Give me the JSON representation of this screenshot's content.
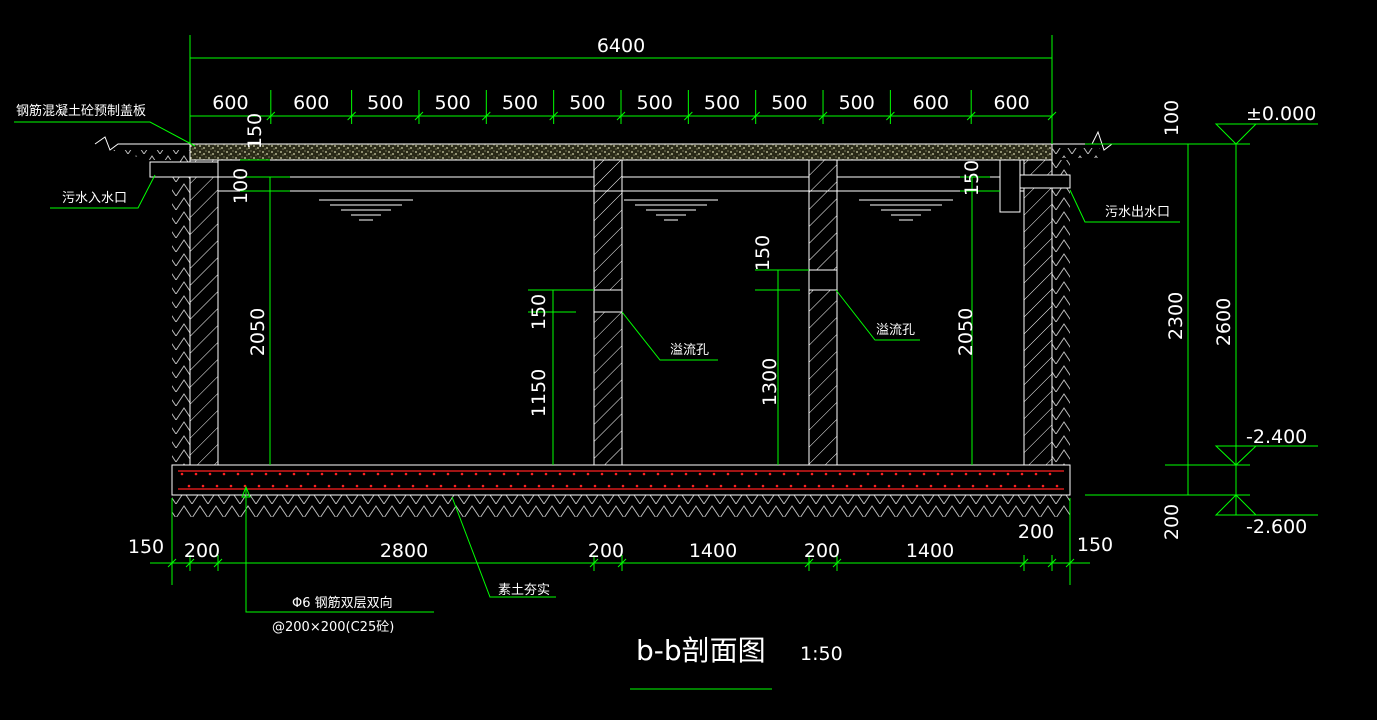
{
  "colors": {
    "background": "#000000",
    "dimension": "#00ff00",
    "outline": "#ffffff",
    "rebar": "#ff2020",
    "slab_fill": "#c8c8a0"
  },
  "dims": {
    "overall": "6400",
    "top_segments": [
      "600",
      "600",
      "500",
      "500",
      "500",
      "500",
      "500",
      "500",
      "500",
      "500",
      "600",
      "600"
    ],
    "bottom": {
      "left_150": "150",
      "wall_200_a": "200",
      "span_2800": "2800",
      "wall_200_b": "200",
      "span_1400_a": "1400",
      "wall_200_c": "200",
      "span_1400_b": "1400",
      "wall_200_d": "200",
      "right_150": "150"
    },
    "slab_150": "150",
    "inlet_100": "100",
    "left_depth_2050": "2050",
    "hole1_150": "150",
    "hole1_1150": "1150",
    "hole2_150": "150",
    "hole2_1300": "1300",
    "right_depth_2050": "2050",
    "outlet_150": "150",
    "right_100": "100",
    "right_2300": "2300",
    "right_2600": "2600",
    "right_200": "200"
  },
  "elevations": {
    "top": "±0.000",
    "mid": "-2.400",
    "bottom": "-2.600"
  },
  "labels": {
    "cover_slab": "钢筋混凝土砼预制盖板",
    "inlet": "污水入水口",
    "outlet": "污水出水口",
    "overflow_1": "溢流孔",
    "overflow_2": "溢流孔",
    "rebar_line1": "Φ6 钢筋双层双向",
    "rebar_line2": "@200×200(C25砼)",
    "soil": "素土夯实"
  },
  "title": {
    "name": "b-b剖面图",
    "scale": "1:50"
  }
}
